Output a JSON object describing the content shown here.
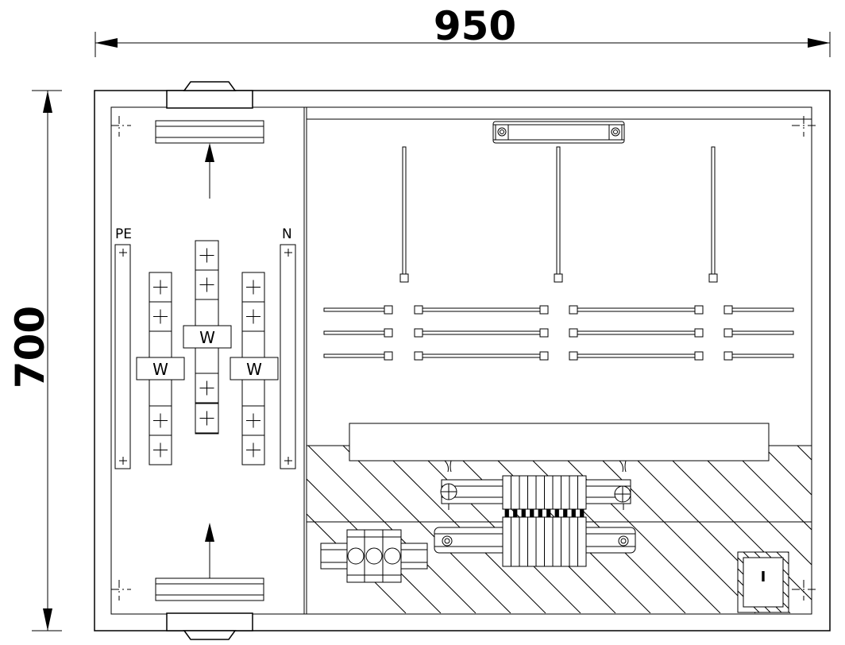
{
  "dimensions": {
    "width_label": "950",
    "height_label": "700"
  },
  "busbar_labels": {
    "pe": "PE",
    "n": "N"
  },
  "fuse_label": "W",
  "switch_label": "I"
}
